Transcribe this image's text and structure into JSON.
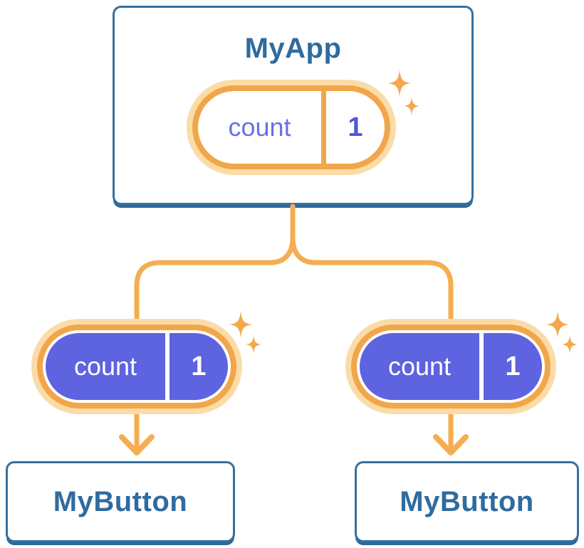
{
  "diagram": {
    "description": "React component tree showing state passed down as props",
    "root": {
      "title": "MyApp",
      "state": {
        "name": "count",
        "value": "1"
      }
    },
    "children": [
      {
        "title": "MyButton",
        "state": {
          "name": "count",
          "value": "1"
        }
      },
      {
        "title": "MyButton",
        "state": {
          "name": "count",
          "value": "1"
        }
      }
    ],
    "icons": [
      "sparkle-icon"
    ],
    "colors": {
      "card_border": "#35719F",
      "card_border_shadow": "#2E699A",
      "card_text": "#2F6B9E",
      "connector_orange": "#F5AD52",
      "pill_stroke_orange": "#F2A64A",
      "pill_glow": "#FBDCA8",
      "pill_fill_purple": "#5E63DF",
      "pill_name_text_on_white": "#6B71E3",
      "pill_value_text_on_white": "#5158D5",
      "pill_text_on_purple": "#FFFFFF",
      "sparkle": "#F3A94A"
    }
  }
}
